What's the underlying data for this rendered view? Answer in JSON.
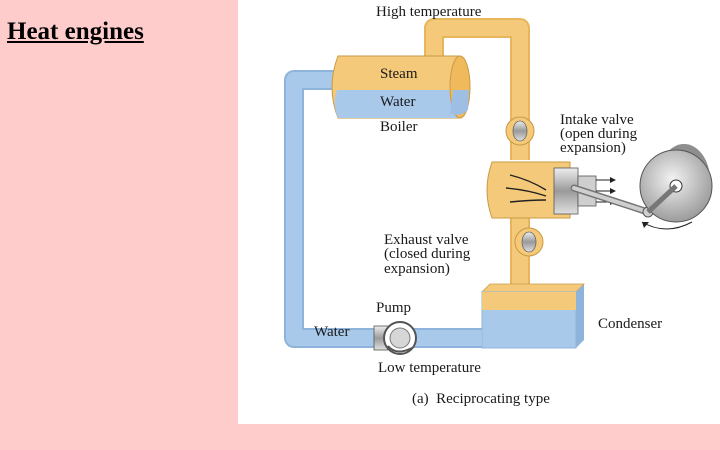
{
  "slide": {
    "title": "Heat engines",
    "background_color": "#ffcccc"
  },
  "diagram": {
    "labels": {
      "high_temperature": "High temperature",
      "steam": "Steam",
      "water_boiler": "Water",
      "boiler": "Boiler",
      "intake_valve_line1": "Intake valve",
      "intake_valve_line2": "(open during",
      "intake_valve_line3": "expansion)",
      "exhaust_valve_line1": "Exhaust valve",
      "exhaust_valve_line2": "(closed during",
      "exhaust_valve_line3": "expansion)",
      "pump": "Pump",
      "water_pipe": "Water",
      "condenser": "Condenser",
      "low_temperature": "Low temperature",
      "caption": "(a)  Reciprocating type"
    },
    "colors": {
      "steam": "#f5c97a",
      "water": "#a9c9ea",
      "metal": "#b5b5b5"
    }
  }
}
